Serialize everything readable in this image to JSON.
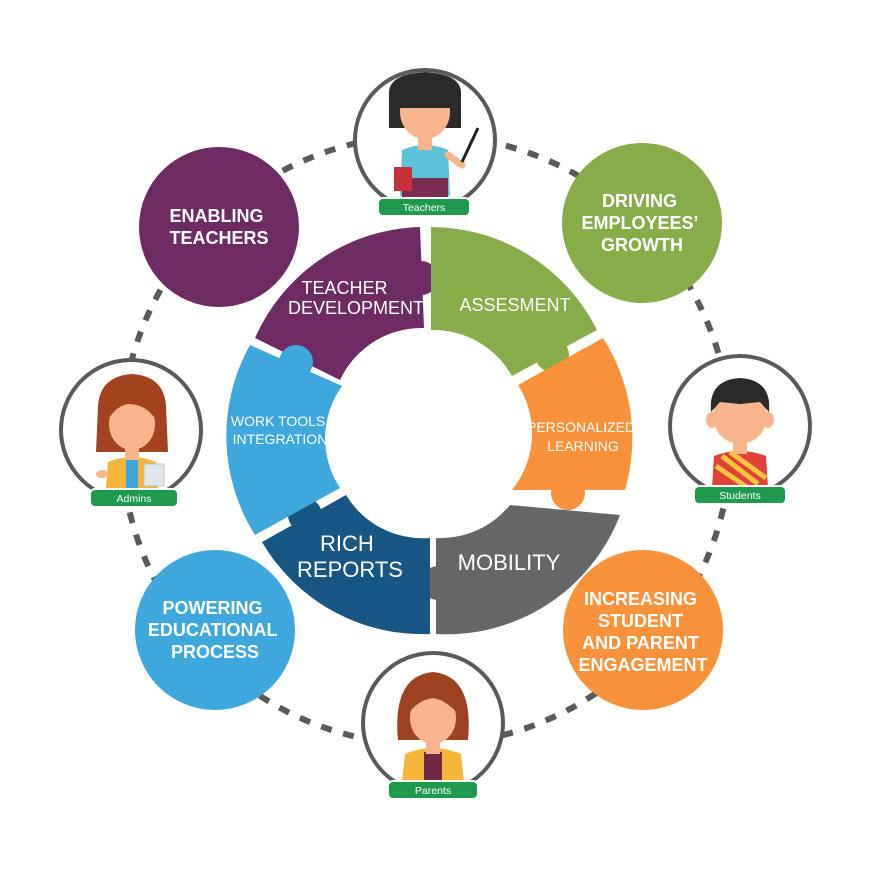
{
  "colors": {
    "purple": "#6e2a63",
    "green": "#86ad49",
    "orange": "#f7923a",
    "gray": "#646668",
    "navy": "#175682",
    "blue": "#3ea8dc",
    "badge": "#1f9a4d",
    "dash": "#5a5a5a"
  },
  "puzzle": {
    "teacher_development": [
      "TEACHER",
      "DEVELOPMENT"
    ],
    "assessment": [
      "ASSESMENT"
    ],
    "personalized_learning": [
      "PERSONALIZED",
      "LEARNING"
    ],
    "mobility": [
      "MOBILITY"
    ],
    "rich_reports": [
      "RICH",
      "REPORTS"
    ],
    "work_tools": [
      "WORK TOOLS",
      "INTEGRATION"
    ]
  },
  "outcomes": {
    "enabling_teachers": [
      "ENABLING",
      "TEACHERS"
    ],
    "driving_growth": [
      "DRIVING",
      "EMPLOYEES’",
      "GROWTH"
    ],
    "student_parent_engagement": [
      "INCREASING",
      "STUDENT",
      "AND PARENT",
      "ENGAGEMENT"
    ],
    "powering_process": [
      "POWERING",
      "EDUCATIONAL",
      "PROCESS"
    ]
  },
  "people": {
    "teachers": "Teachers",
    "students": "Students",
    "parents": "Parents",
    "admins": "Admins"
  }
}
